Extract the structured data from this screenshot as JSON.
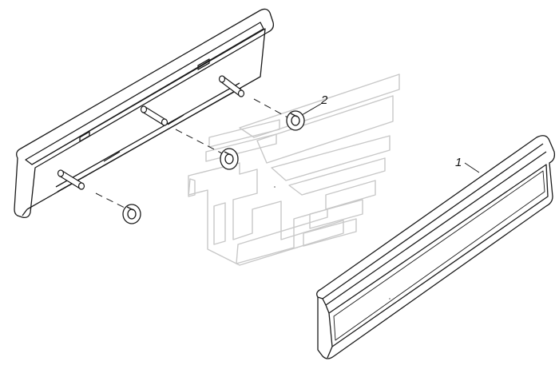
{
  "colors": {
    "line": "#1a1a1a",
    "watermark": "#c8c8c8",
    "background": "#ffffff"
  },
  "callouts": [
    {
      "number": "1",
      "part": "lens"
    },
    {
      "number": "2",
      "part": "washer"
    }
  ]
}
